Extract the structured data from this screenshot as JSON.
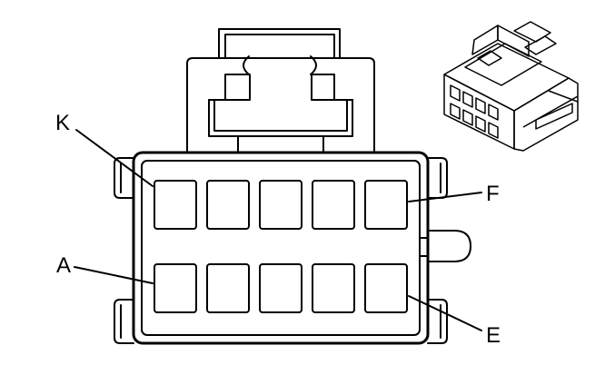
{
  "callouts": {
    "k": "K",
    "f": "F",
    "a": "A",
    "e": "E"
  },
  "connector": {
    "terminal_rows": 2,
    "terminals_per_row": 5,
    "line_color": "#000000",
    "background": "#ffffff"
  }
}
